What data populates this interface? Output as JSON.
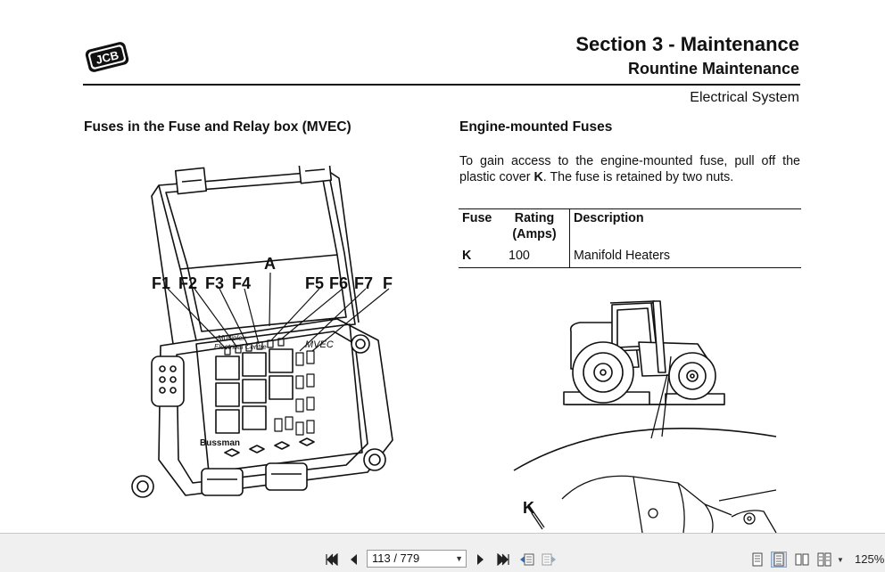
{
  "header": {
    "logo_text": "JCB",
    "section_title": "Section 3 - Maintenance",
    "subtitle": "Rountine Maintenance",
    "topic": "Electrical System"
  },
  "left": {
    "heading": "Fuses in the Fuse and Relay box (MVEC)",
    "callouts": {
      "a": "A",
      "f1": "F1",
      "f2": "F2",
      "f3": "F3",
      "f4": "F4",
      "f5": "F5",
      "f6": "F6",
      "f7": "F7",
      "f": "F"
    },
    "box_labels": {
      "multiplex": "Multiplex",
      "electrical": "Electrical Centre",
      "mvec": "MVEC",
      "brand": "Bussman"
    }
  },
  "right": {
    "heading": "Engine-mounted Fuses",
    "para_before": "To gain access to the engine-mounted fuse, pull off the plastic cover ",
    "para_bold": "K",
    "para_after": ". The fuse is retained by two nuts.",
    "table": {
      "headers": [
        "Fuse",
        "Rating",
        "(Amps)",
        "Description"
      ],
      "rows": [
        {
          "fuse": "K",
          "rating": "100",
          "description": "Manifold Heaters"
        }
      ]
    },
    "callout_k": "K"
  },
  "toolbar": {
    "page_indicator": "113 / 779",
    "zoom": "125%"
  },
  "colors": {
    "ink": "#111111",
    "toolbar_bg": "#f0f0f0",
    "icon_blue": "#2f6db3"
  }
}
